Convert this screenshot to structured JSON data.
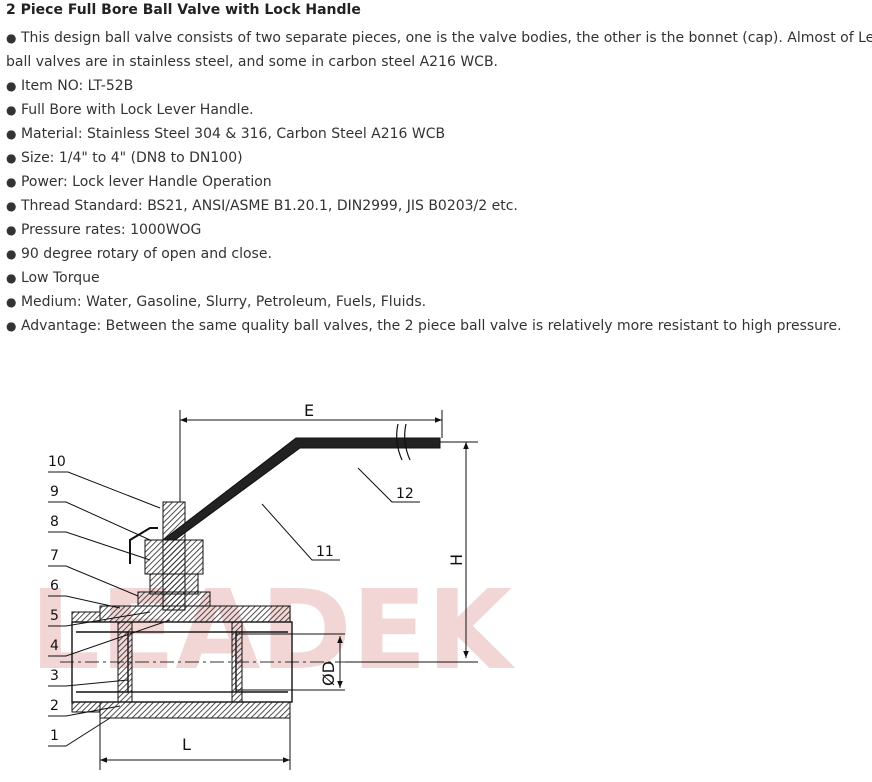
{
  "title": "2 Piece Full Bore Ball Valve with Lock Handle",
  "bullet": "●",
  "lines": [
    "This design ball valve consists of two separate pieces, one is the valve bodies, the other is the bonnet (cap). Almost of Leadtek",
    "ball valves are in stainless steel, and some in carbon steel A216 WCB.",
    "Item NO: LT-52B",
    "Full Bore with Lock Lever Handle.",
    "Material: Stainless Steel 304 & 316, Carbon Steel A216 WCB",
    "Size: 1/4\" to 4\" (DN8 to DN100)",
    "Power: Lock lever Handle Operation",
    "Thread Standard: BS21, ANSI/ASME B1.20.1, DIN2999, JIS B0203/2 etc.",
    "Pressure rates: 1000WOG",
    "90 degree rotary of open and close.",
    "Low Torque",
    "Medium: Water, Gasoline, Slurry, Petroleum, Fuels, Fluids.",
    "Advantage: Between the same quality ball valves, the 2 piece ball valve is relatively more resistant to high pressure."
  ],
  "drawing": {
    "watermark": "LEADEK",
    "dimensions": {
      "e": "E",
      "h": "H",
      "l": "L",
      "d": "ØD"
    },
    "part_numbers": [
      "1",
      "2",
      "3",
      "4",
      "5",
      "6",
      "7",
      "8",
      "9",
      "10",
      "11",
      "12"
    ]
  }
}
